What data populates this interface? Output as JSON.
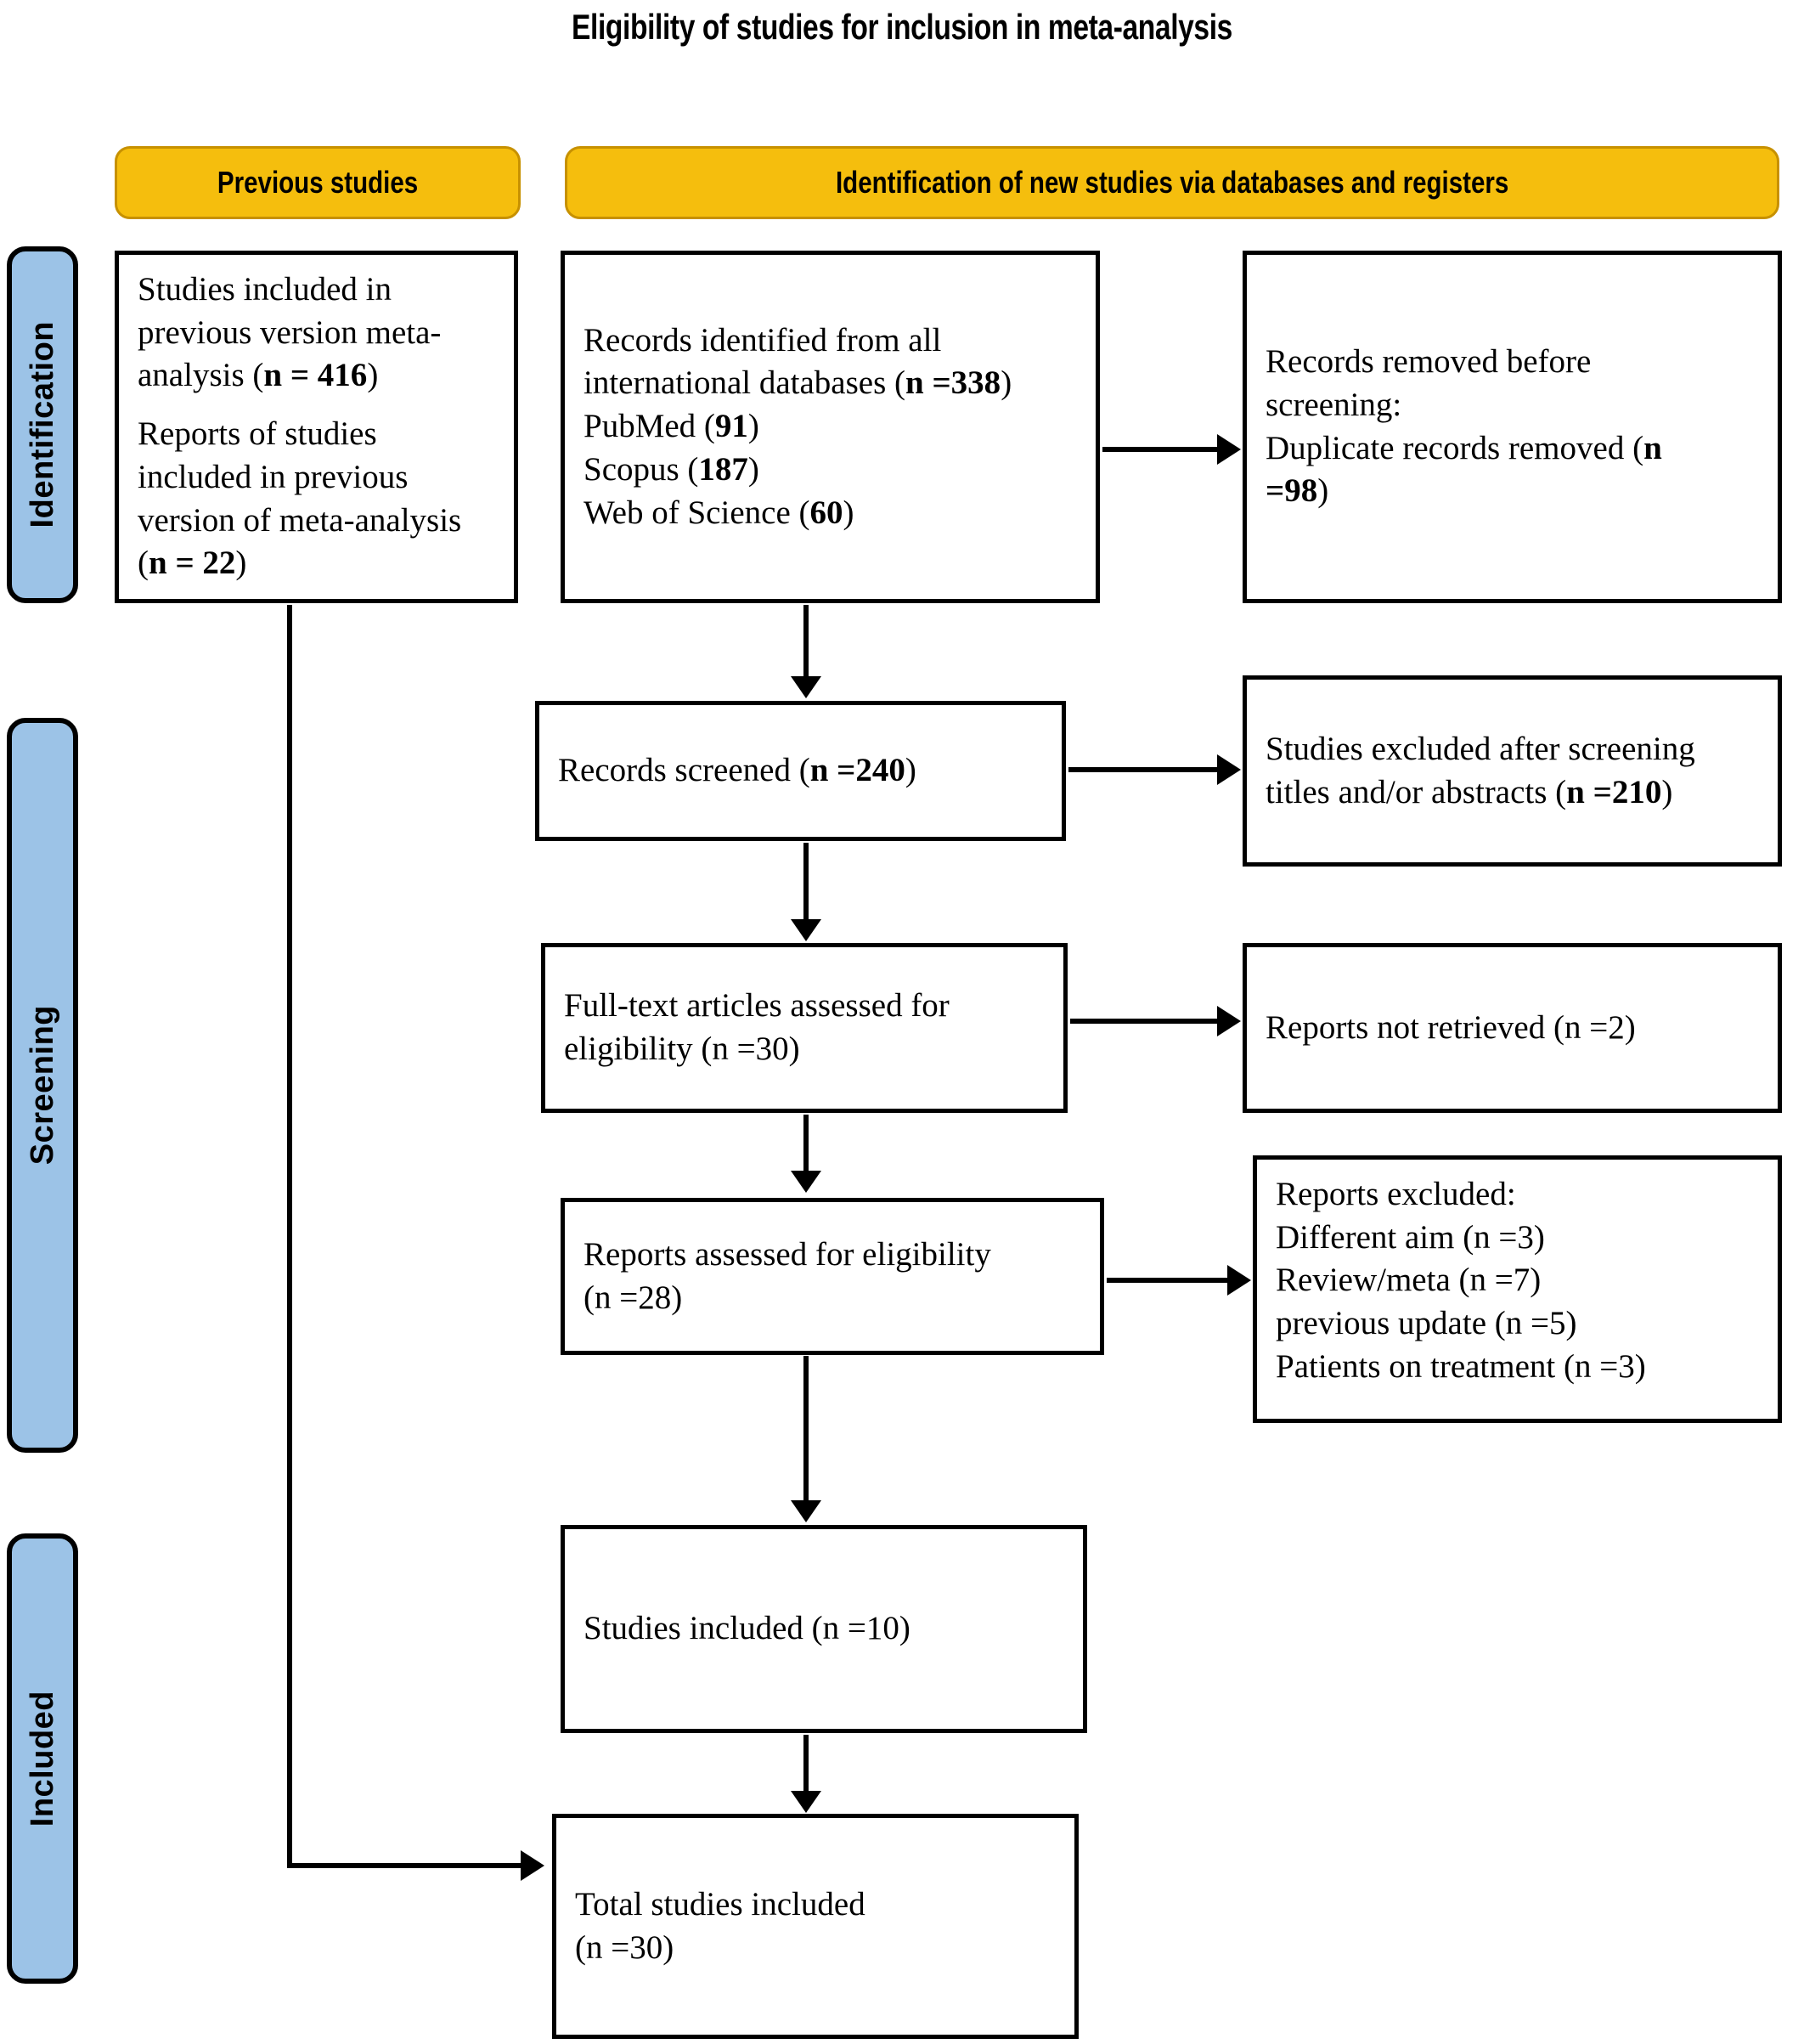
{
  "title": "Eligibility of studies for inclusion in meta-analysis",
  "headers": {
    "previous": "Previous studies",
    "identification": "Identification of new studies via databases and registers"
  },
  "stages": [
    {
      "name": "identification",
      "label": "Identification"
    },
    {
      "name": "screening",
      "label": "Screening"
    },
    {
      "name": "included",
      "label": "Included"
    }
  ],
  "boxes": {
    "prev_studies": {
      "line1": "Studies included in",
      "line2": "previous version meta-",
      "line3_prefix": "analysis (",
      "line3_bold": "n = 416",
      "line3_suffix": ")",
      "line4": "Reports of studies",
      "line5": "included in previous",
      "line6": "version of meta-analysis",
      "line7_prefix": "(",
      "line7_bold": "n = 22",
      "line7_suffix": ")"
    },
    "identified": {
      "line1": "Records identified from all",
      "line2_prefix": "international databases (",
      "line2_bold": "n =338",
      "line2_suffix": ")",
      "line3_prefix": "PubMed (",
      "line3_bold": "91",
      "line3_suffix": ")",
      "line4_prefix": "Scopus (",
      "line4_bold": "187",
      "line4_suffix": ")",
      "line5_prefix": "Web of Science (",
      "line5_bold": "60",
      "line5_suffix": ")"
    },
    "removed": {
      "line1": "Records removed before",
      "line2": "screening:",
      "line3_prefix": " Duplicate records removed (",
      "line3_bold": "n",
      "line4_bold": "=98",
      "line4_suffix": ")"
    },
    "screened": {
      "prefix": "Records screened (",
      "bold": "n =240",
      "suffix": ")"
    },
    "excluded_screening": {
      "line1": "Studies excluded after screening",
      "line2_prefix": "titles and/or abstracts (",
      "line2_bold": "n =210",
      "line2_suffix": ")"
    },
    "fulltext": {
      "line1": "Full-text articles assessed for",
      "line2": "eligibility (n =30)"
    },
    "not_retrieved": {
      "line1": "Reports not retrieved (n =2)"
    },
    "reports_eligibility": {
      "line1": "Reports assessed for eligibility",
      "line2": "(n =28)"
    },
    "reports_excluded": {
      "line1": "Reports excluded:",
      "line2": " Different aim (n =3)",
      "line3": " Review/meta (n =7)",
      "line4": " previous update (n =5)",
      "line5": " Patients on treatment (n =3)"
    },
    "studies_included": {
      "line1": "Studies included (n =10)"
    },
    "total_included": {
      "line1": "Total studies included",
      "line2": "(n =30)"
    }
  },
  "colors": {
    "header_fill": "#F5BE0D",
    "header_border": "#C79100",
    "stage_fill": "#9CC3E7",
    "box_border": "#000000"
  }
}
